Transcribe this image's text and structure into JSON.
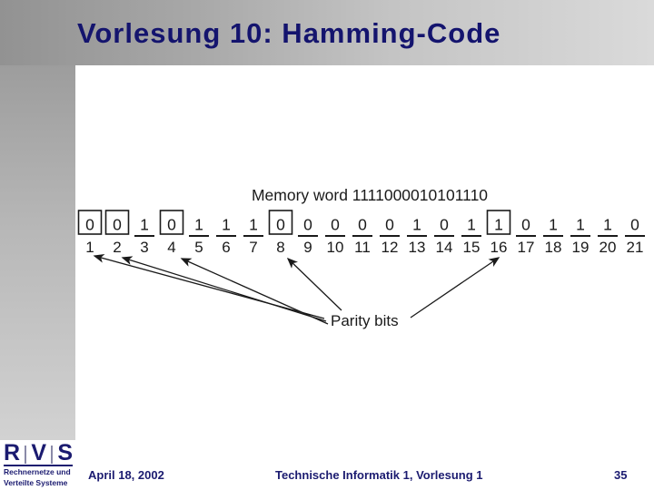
{
  "title": "Vorlesung 10: Hamming-Code",
  "diagram": {
    "memory_word_label": "Memory word 1111000010101110",
    "parity_label": "Parity bits",
    "bits": [
      "0",
      "0",
      "1",
      "0",
      "1",
      "1",
      "1",
      "0",
      "0",
      "0",
      "0",
      "0",
      "1",
      "0",
      "1",
      "1",
      "0",
      "1",
      "1",
      "1",
      "0"
    ],
    "positions": [
      "1",
      "2",
      "3",
      "4",
      "5",
      "6",
      "7",
      "8",
      "9",
      "10",
      "11",
      "12",
      "13",
      "14",
      "15",
      "16",
      "17",
      "18",
      "19",
      "20",
      "21"
    ],
    "parity_positions": [
      1,
      2,
      4,
      8,
      16
    ]
  },
  "footer": {
    "logo": {
      "letter_r": "R",
      "letter_v": "V",
      "letter_s": "S",
      "subtitle_line1": "Rechnernetze und",
      "subtitle_line2": "Verteilte Systeme"
    },
    "date": "April 18, 2002",
    "course": "Technische Informatik 1,  Vorlesung 1",
    "page_number": "35"
  },
  "colors": {
    "navy": "#1b1b70",
    "title_navy": "#14146e",
    "diagram_ink": "#1a1a1a",
    "gradient_dark": "#929292",
    "gradient_light": "#dadada"
  }
}
